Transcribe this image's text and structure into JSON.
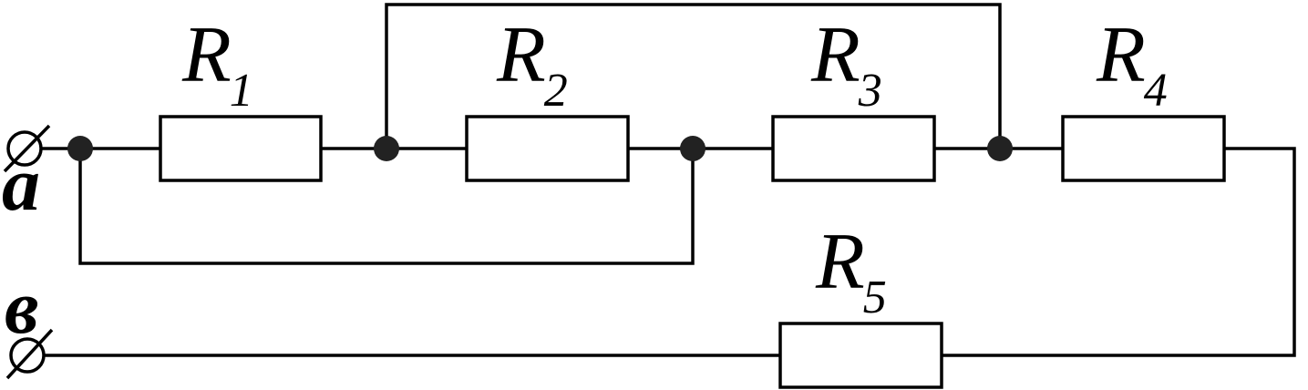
{
  "diagram": {
    "title": "Resistor circuit",
    "terminals": {
      "a": "a",
      "b": "в"
    },
    "resistors": [
      {
        "letter": "R",
        "index": "1"
      },
      {
        "letter": "R",
        "index": "2"
      },
      {
        "letter": "R",
        "index": "3"
      },
      {
        "letter": "R",
        "index": "4"
      },
      {
        "letter": "R",
        "index": "5"
      }
    ],
    "colors": {
      "wire": "#000000",
      "node": "#222222"
    }
  }
}
